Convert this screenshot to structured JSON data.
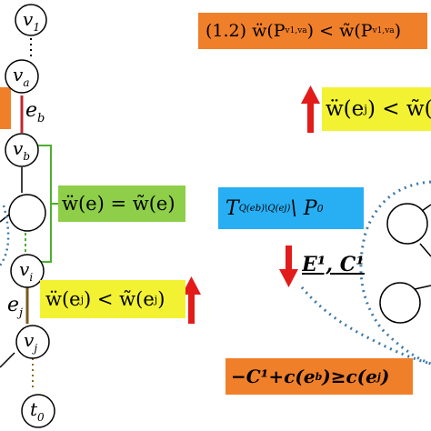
{
  "nodes": {
    "v1": {
      "label": "v",
      "sub": "1"
    },
    "va": {
      "label": "v",
      "sub": "a"
    },
    "vb": {
      "label": "v",
      "sub": "b"
    },
    "vi": {
      "label": "v",
      "sub": "i"
    },
    "vj": {
      "label": "v",
      "sub": "j"
    },
    "t0": {
      "label": "t",
      "sub": "0"
    }
  },
  "edge_labels": {
    "eb": {
      "label": "e",
      "sub": "b"
    },
    "ej": {
      "label": "e",
      "sub": "j"
    }
  },
  "boxes": {
    "top_inequality": "(1.2) ẅ(P",
    "top_inequality_sub1": "v1,va",
    "top_inequality_mid": ") < w̃(P",
    "top_inequality_sub2": "v1,va",
    "top_inequality_end": ")",
    "right_yellow": "ẅ(e",
    "right_yellow_sub": "j",
    "right_yellow_end": ") < w̃(",
    "green_equality": "ẅ(e) = w̃(e)",
    "bottom_yellow": "ẅ(e",
    "bottom_yellow_sub": "j",
    "bottom_yellow_mid": ") < w̃(e",
    "bottom_yellow_sub2": "j",
    "bottom_yellow_end": ")",
    "blue_set": "T",
    "blue_set_sub": "Q(eb)\\Q(ej)",
    "blue_set_end": " \\ P",
    "blue_set_sub2": "0",
    "down_label": "E¹, C¹",
    "orange_bottom": "−C¹+c(e",
    "orange_bottom_sub": "b",
    "orange_bottom_mid": ")≥c(e",
    "orange_bottom_sub2": "j",
    "orange_bottom_end": ")"
  },
  "colors": {
    "orange": "#f07f2a",
    "yellow": "#f2f233",
    "green": "#8ece49",
    "blue": "#28aef2",
    "arrow_red": "#e21b1b",
    "edge_red": "#c0282d",
    "edge_brown": "#7a5a1c",
    "edge_green": "#4caf30",
    "dotted_blue": "#3a78a8"
  }
}
